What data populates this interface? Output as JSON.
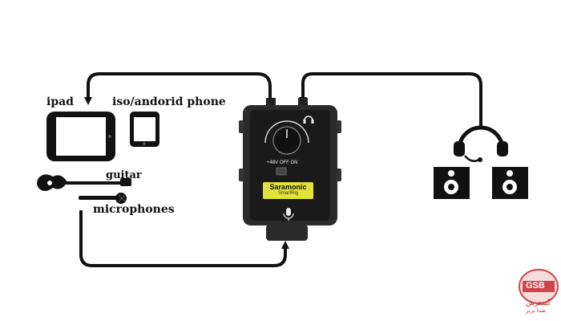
{
  "devices": {
    "ipad_label": "ipad",
    "phone_label": "iso/andorid phone",
    "guitar_label": "guitar",
    "microphones_label": "microphones"
  },
  "interface": {
    "brand": "Saramonic",
    "model": "SmartRig",
    "phantom_switch": "+48V OFF ON",
    "headphone_icon": "headphone-icon",
    "mic_icon": "microphone-icon"
  },
  "outputs": {
    "headphones_icon": "headset-icon",
    "speakers_icon": "speaker-icon"
  },
  "watermark": {
    "logo_text": "GSB",
    "caption_line1": "گسترش",
    "caption_line2": "صدا برتر"
  },
  "colors": {
    "line": "#111111",
    "device_body": "#2a2a2a",
    "brand_tag": "#e2e23a",
    "watermark": "#c8252c"
  }
}
